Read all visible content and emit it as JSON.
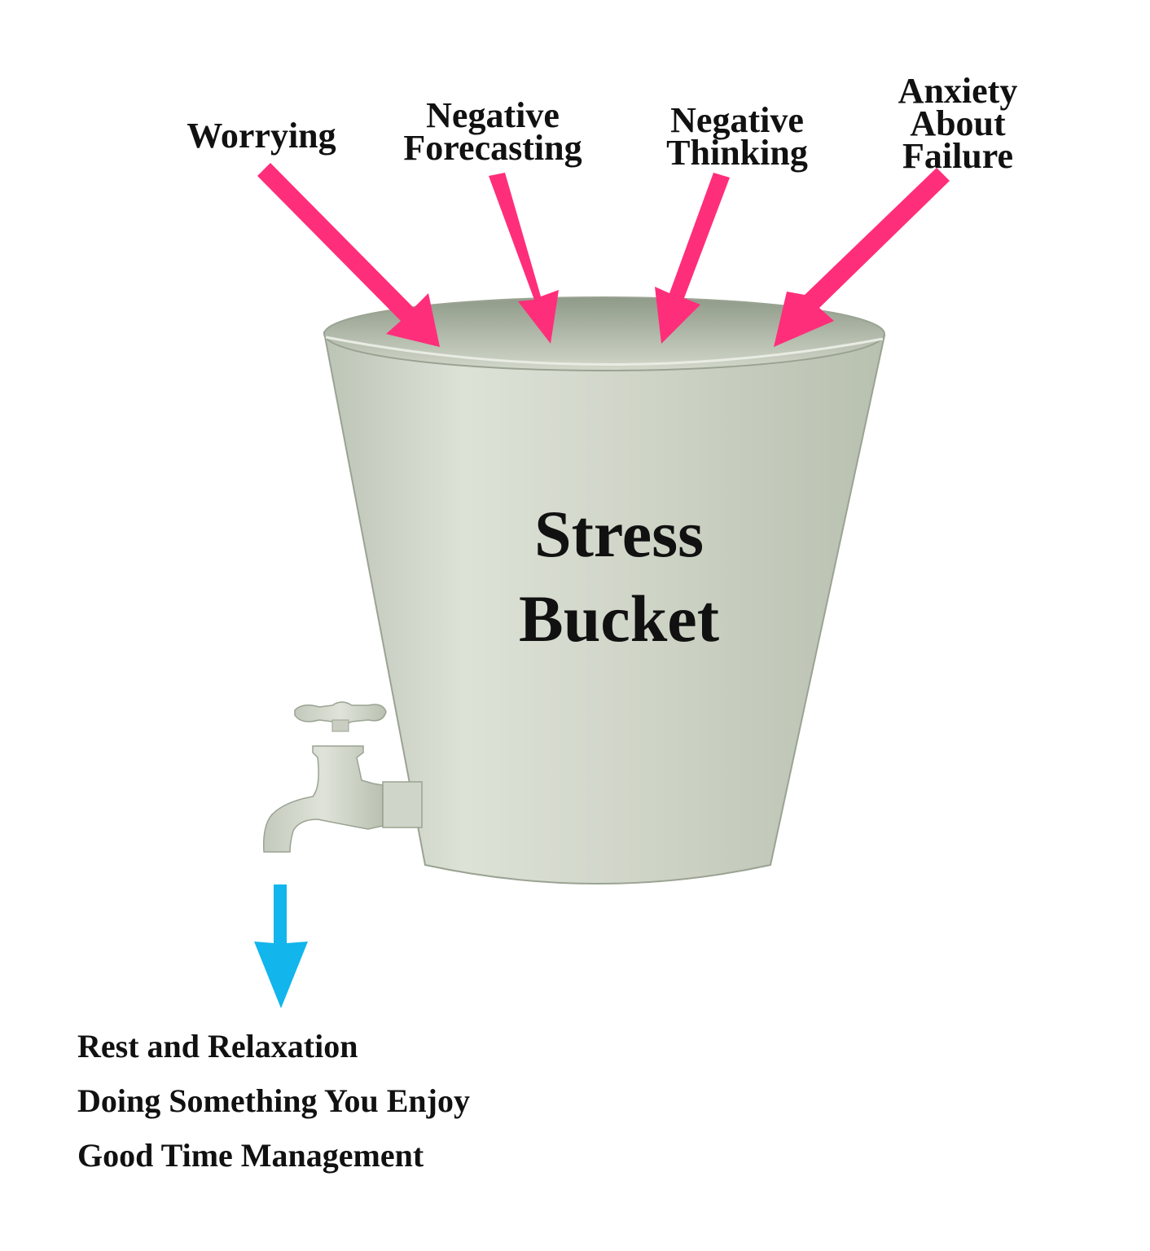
{
  "diagram": {
    "title_lines": [
      "Stress",
      "Bucket"
    ],
    "inputs": [
      {
        "label_lines": [
          "Worrying"
        ]
      },
      {
        "label_lines": [
          "Negative",
          "Forecasting"
        ]
      },
      {
        "label_lines": [
          "Negative",
          "Thinking"
        ]
      },
      {
        "label_lines": [
          "Anxiety",
          "About",
          "Failure"
        ]
      }
    ],
    "outputs": [
      "Rest and Relaxation",
      "Doing Something You Enjoy",
      "Good Time Management"
    ],
    "colors": {
      "input_arrow": "#ff2e7a",
      "output_arrow": "#12b5ec",
      "bucket": "#cfd5c8",
      "bucket_inner": "#a9b3a1",
      "text": "#111111"
    }
  }
}
